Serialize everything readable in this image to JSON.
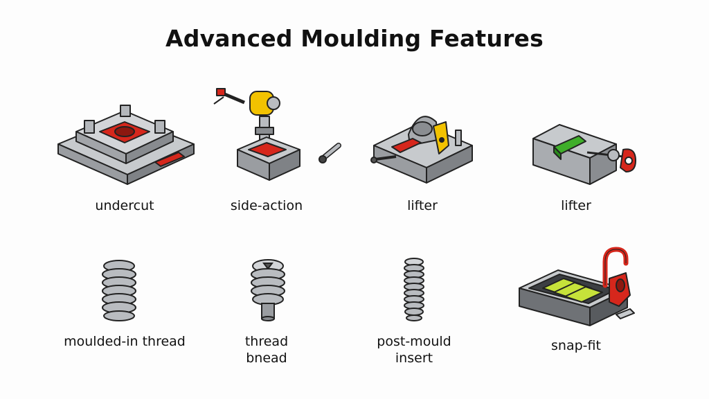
{
  "title": "Advanced Moulding Features",
  "features": [
    {
      "label": "undercut",
      "icon": "undercut-mould-icon"
    },
    {
      "label": "side-action",
      "icon": "side-action-mechanism-icon"
    },
    {
      "label": "lifter",
      "icon": "lifter-mechanism-icon"
    },
    {
      "label": "lifter",
      "icon": "lifter-block-icon"
    },
    {
      "label": "moulded-in thread",
      "icon": "coil-spring-thread-icon"
    },
    {
      "label_line1": "thread",
      "label_line2": "bnead",
      "icon": "threaded-post-icon"
    },
    {
      "label_line1": "post-mould",
      "label_line2": "insert",
      "icon": "threaded-insert-icon"
    },
    {
      "label": "snap-fit",
      "icon": "snap-fit-box-icon"
    }
  ],
  "colors": {
    "metal": "#b9bcc0",
    "metal_dark": "#8a8d91",
    "accent_red": "#d6271c",
    "accent_yellow": "#f2c200",
    "accent_green": "#3fae2a",
    "battery_green": "#c6e23a"
  }
}
